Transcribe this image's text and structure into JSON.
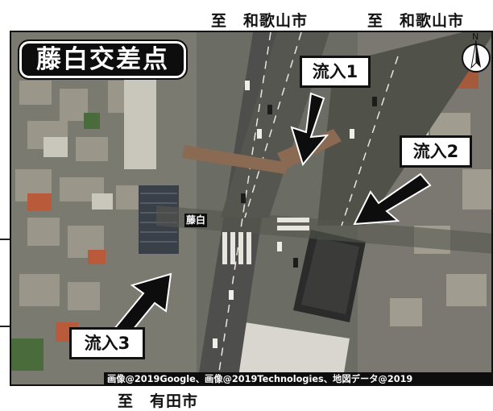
{
  "destinations": {
    "top_left": "至　和歌山市",
    "top_right": "至　和歌山市",
    "bottom": "至　有田市"
  },
  "title": "藤白交差点",
  "place_label": "藤白",
  "inflows": [
    {
      "label": "流入1"
    },
    {
      "label": "流入2"
    },
    {
      "label": "流入3"
    }
  ],
  "compass": {
    "north_label": "N"
  },
  "credit": "画像@2019Google、画像@2019Technologies、地図データ@2019"
}
